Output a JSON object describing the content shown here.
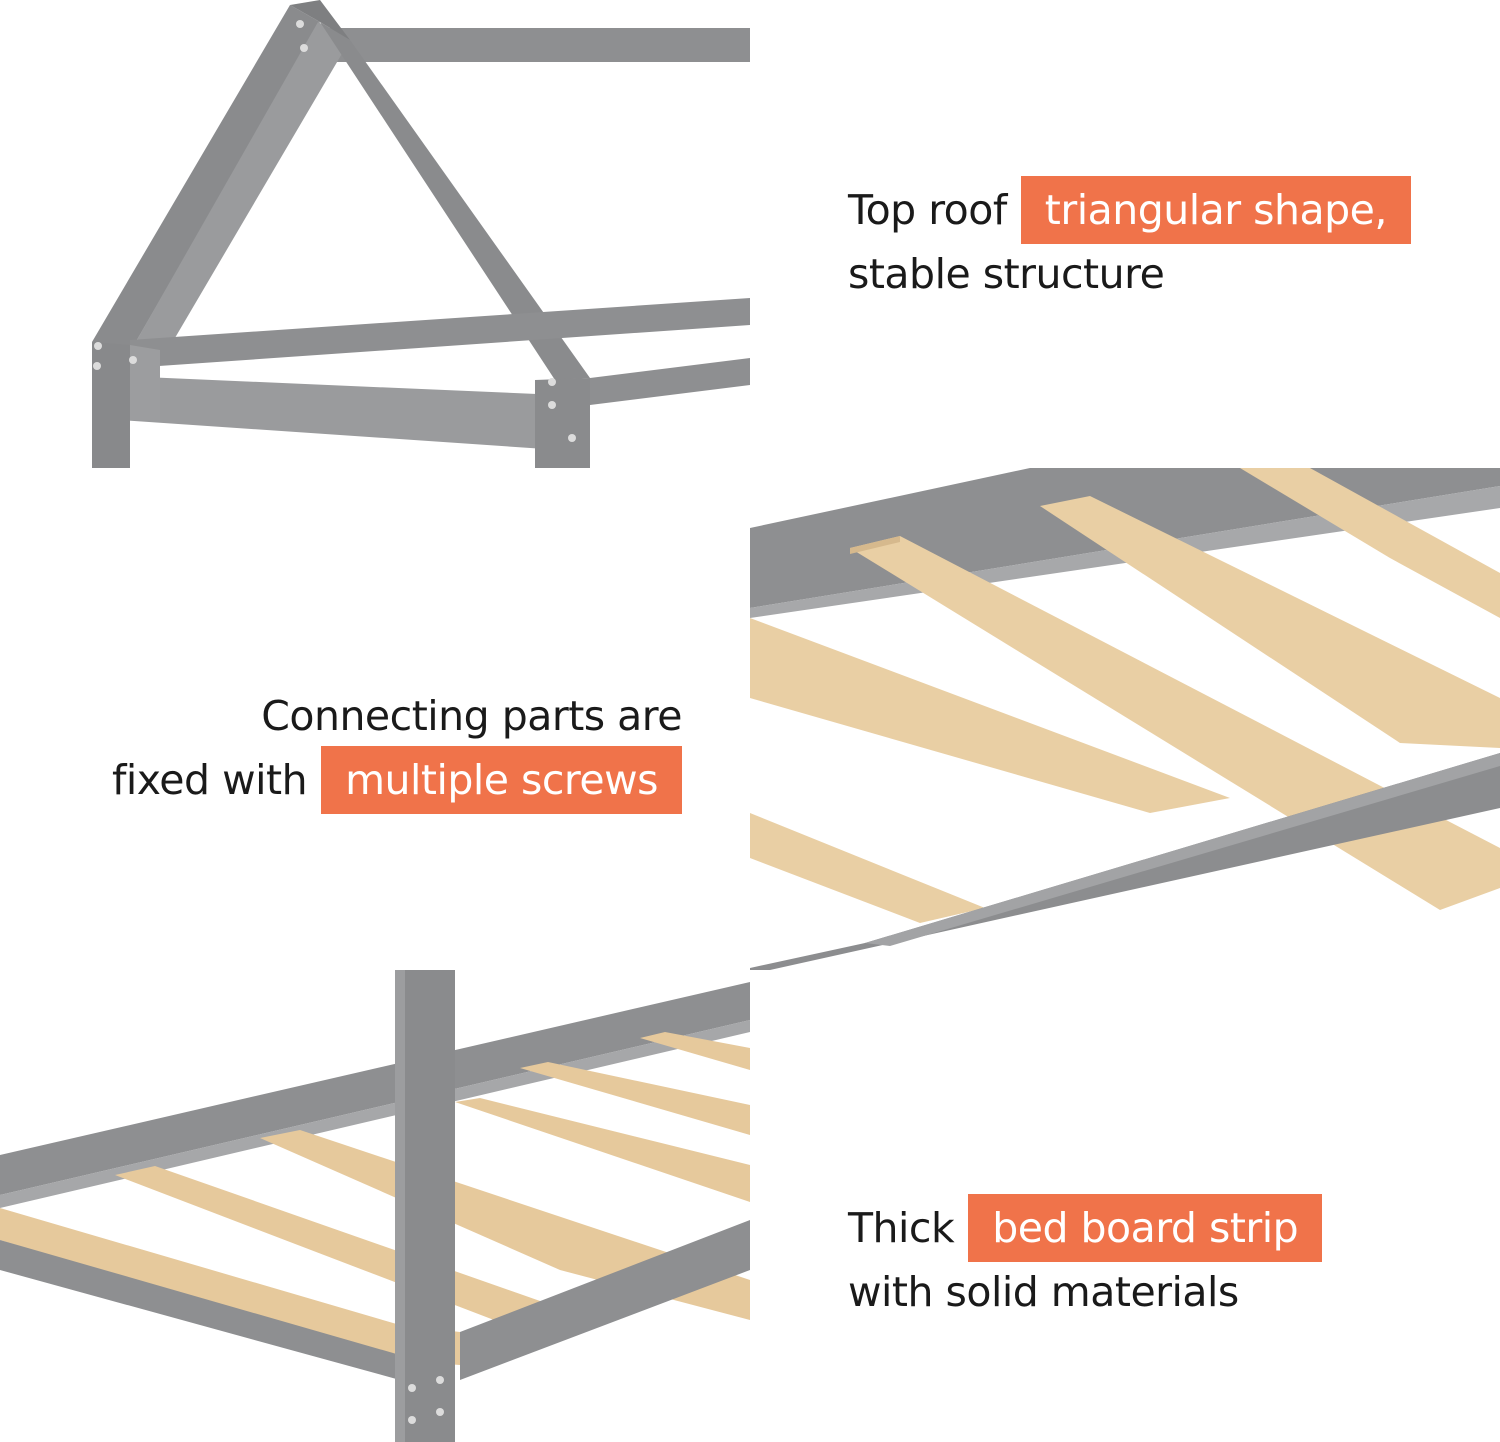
{
  "features": [
    {
      "line1_plain": "Top roof",
      "line1_highlight": "triangular shape,",
      "line2": "stable structure",
      "image_icon": "house-roof-frame-photo"
    },
    {
      "line1": "Connecting parts are",
      "line2_plain": "fixed with",
      "line2_highlight": "multiple screws",
      "image_icon": "bed-slats-closeup-photo"
    },
    {
      "line1_plain": "Thick",
      "line1_highlight": "bed board strip",
      "line2": "with solid materials",
      "image_icon": "bed-frame-corner-photo"
    }
  ],
  "colors": {
    "highlight": "#f0734a",
    "frame_gray": "#8a8b8d",
    "wood": "#e9cfa4",
    "text": "#1a1a1a"
  }
}
